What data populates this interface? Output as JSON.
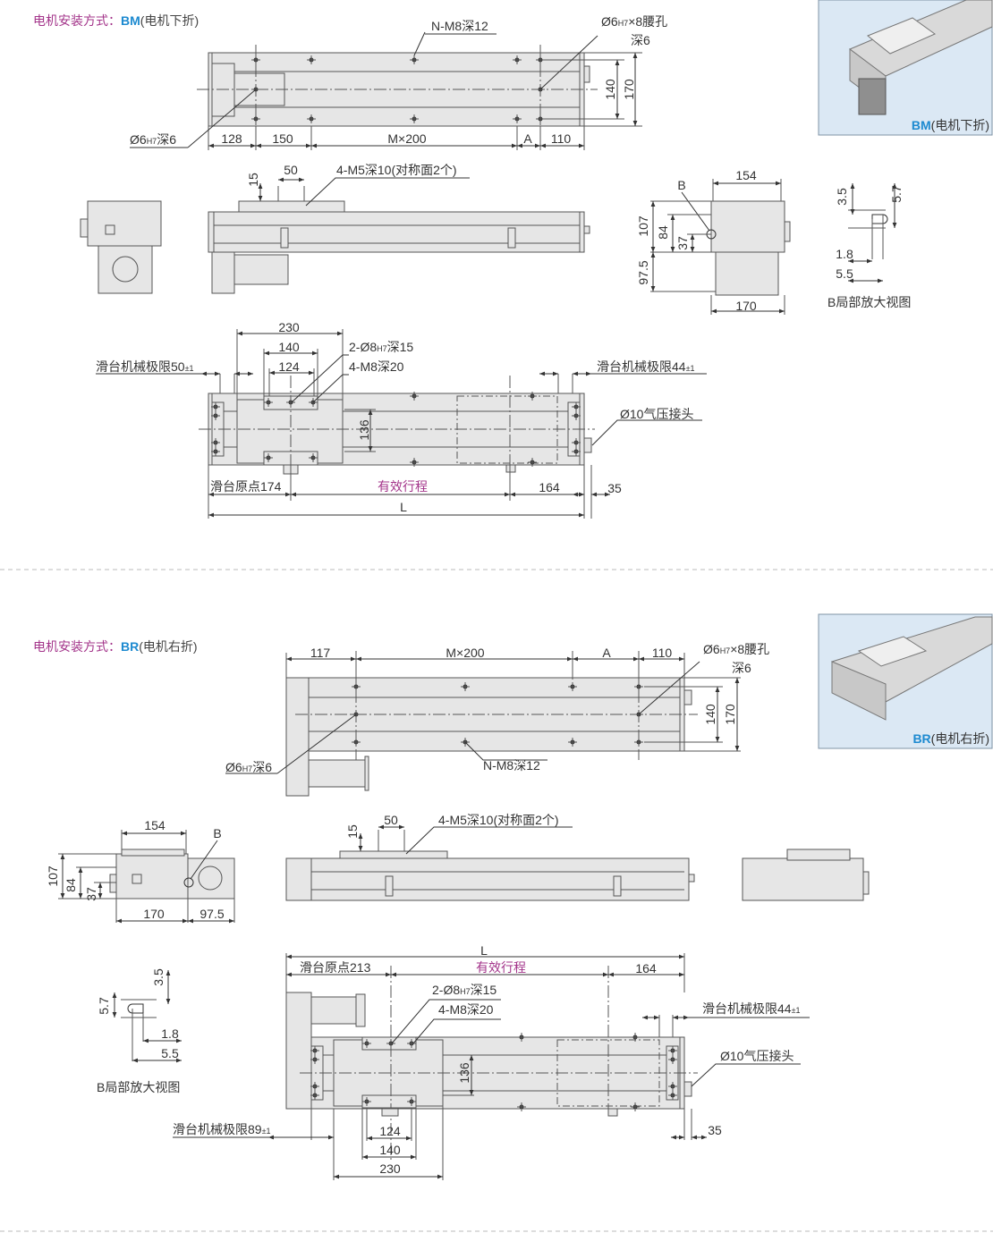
{
  "colors": {
    "title": "#a3348a",
    "code": "#1d8ad0",
    "part_fill": "#e6e6e6",
    "line": "#555555",
    "thumb_bg": "#dbe8f4"
  },
  "sections": [
    {
      "title_prefix": "电机安装方式：",
      "code": "BM",
      "title_suffix": "(电机下折)",
      "thumbnail": {
        "code": "BM",
        "label": "(电机下折)"
      },
      "top_view": {
        "hole_label": "N-M8深12",
        "slot_label": {
          "pre": "Ø6",
          "sub": "H7",
          "post": "×8腰孔"
        },
        "slot_depth": "深6",
        "pin_label": {
          "pre": "Ø6",
          "sub": "H7",
          "post": "深6"
        },
        "dims": [
          "128",
          "150",
          "M×200",
          "A",
          "110"
        ],
        "height_dims": [
          "140",
          "170"
        ]
      },
      "side_view": {
        "dim_15": "15",
        "dim_50": "50",
        "tap_label": "4-M5深10(对称面2个)"
      },
      "end_view": {
        "b_label": "B",
        "width_top": "154",
        "width_bottom": "170",
        "v_dims": [
          "107",
          "84",
          "37",
          "97.5"
        ]
      },
      "detail_b": {
        "dims": [
          "3.5",
          "5.7",
          "1.8",
          "5.5"
        ],
        "caption": "B局部放大视图"
      },
      "bottom_view": {
        "dim_230": "230",
        "dim_140": "140",
        "dim_124": "124",
        "pin_label": {
          "pre": "2-Ø8",
          "sub": "H7",
          "post": "深15"
        },
        "tap_label": "4-M8深20",
        "limit_left": {
          "text": "滑台机械极限50",
          "tol": "±1"
        },
        "limit_right": {
          "text": "滑台机械极限44",
          "tol": "±1"
        },
        "dim_136": "136",
        "air_fitting": "Ø10气压接头",
        "origin": "滑台原点174",
        "stroke": "有效行程",
        "dim_164": "164",
        "dim_35": "35",
        "length": "L"
      }
    },
    {
      "title_prefix": "电机安装方式：",
      "code": "BR",
      "title_suffix": "(电机右折)",
      "thumbnail": {
        "code": "BR",
        "label": "(电机右折)"
      },
      "top_view": {
        "hole_label": "N-M8深12",
        "slot_label": {
          "pre": "Ø6",
          "sub": "H7",
          "post": "×8腰孔"
        },
        "slot_depth": "深6",
        "pin_label": {
          "pre": "Ø6",
          "sub": "H7",
          "post": "深6"
        },
        "dims": [
          "117",
          "M×200",
          "A",
          "110"
        ],
        "height_dims": [
          "140",
          "170"
        ]
      },
      "side_view": {
        "dim_15": "15",
        "dim_50": "50",
        "tap_label": "4-M5深10(对称面2个)"
      },
      "end_view": {
        "b_label": "B",
        "width_top": "154",
        "width_bottom": "170",
        "width_motor": "97.5",
        "v_dims": [
          "107",
          "84",
          "37"
        ]
      },
      "detail_b": {
        "dims": [
          "3.5",
          "5.7",
          "1.8",
          "5.5"
        ],
        "caption": "B局部放大视图"
      },
      "bottom_view": {
        "length": "L",
        "origin": "滑台原点213",
        "stroke": "有效行程",
        "dim_164": "164",
        "pin_label": {
          "pre": "2-Ø8",
          "sub": "H7",
          "post": "深15"
        },
        "tap_label": "4-M8深20",
        "limit_right": {
          "text": "滑台机械极限44",
          "tol": "±1"
        },
        "air_fitting": "Ø10气压接头",
        "dim_136": "136",
        "limit_left": {
          "text": "滑台机械极限89",
          "tol": "±1"
        },
        "dim_35": "35",
        "dim_124": "124",
        "dim_140": "140",
        "dim_230": "230"
      }
    }
  ]
}
